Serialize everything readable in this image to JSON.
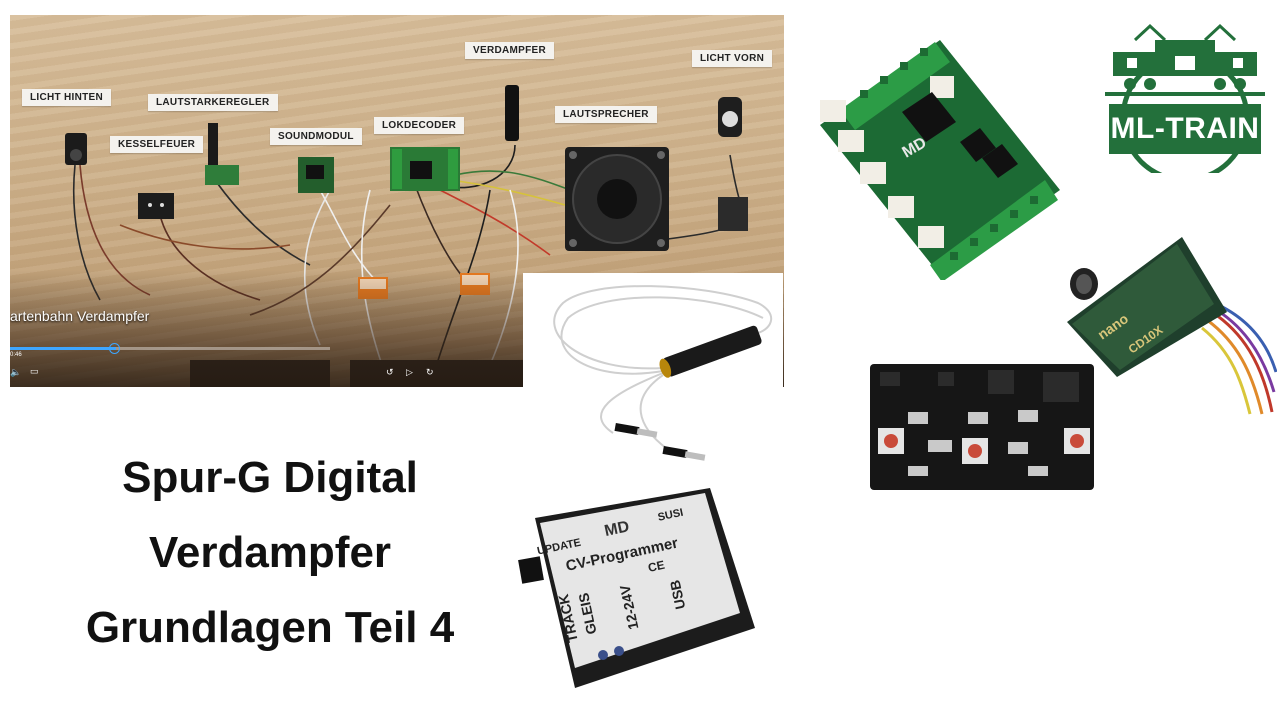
{
  "video": {
    "labels": {
      "licht_hinten": "LICHT HINTEN",
      "lautstaerkeregler": "LAUTSTARKEREGLER",
      "kesselfeuer": "KESSELFEUER",
      "soundmodul": "SOUNDMODUL",
      "lokdecoder": "LOKDECODER",
      "verdampfer": "VERDAMPFER",
      "lautsprecher": "LAUTSPRECHER",
      "licht_vorn": "LICHT VORN"
    },
    "title": "artenbahn Verdampfer",
    "time": "0:46",
    "progress_percent": 33
  },
  "headline": {
    "line1": "Spur-G Digital",
    "line2": "Verdampfer",
    "line3": "Grundlagen Teil 4"
  },
  "logo": {
    "text": "ML-TRAIN",
    "color": "#23703b"
  },
  "cv_programmer": {
    "update": "UPDATE",
    "susi": "SUSI",
    "brand": "MD",
    "name": "CV-Programmer",
    "ce": "CE",
    "track": "TRACK",
    "gleis": "GLEIS",
    "voltage": "12-24V",
    "usb": "USB"
  },
  "decoder_module": {
    "brand": "MD"
  },
  "chip_module": {
    "brand": "nano",
    "model": "CD10X"
  }
}
